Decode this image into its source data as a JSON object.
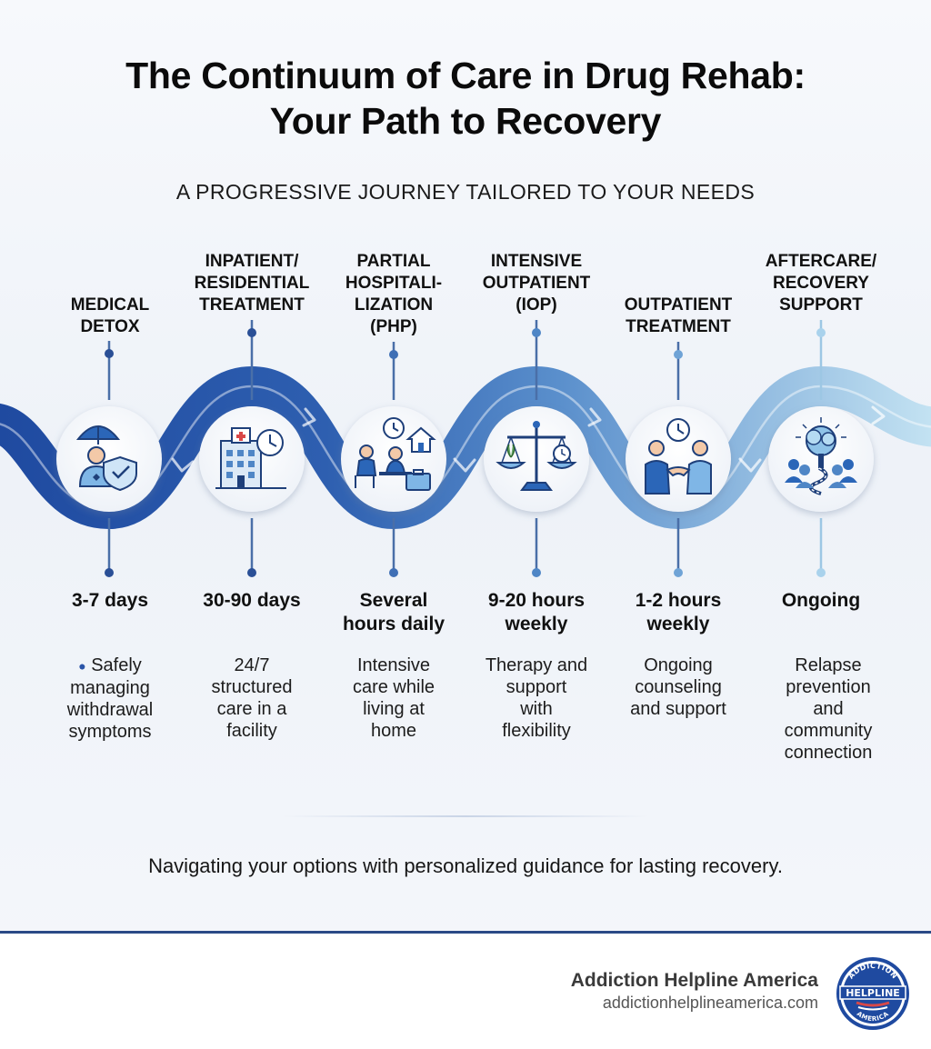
{
  "title_line1": "The Continuum of Care in Drug Rehab:",
  "title_line2": "Your Path to Recovery",
  "subtitle": "A PROGRESSIVE JOURNEY TAILORED TO YOUR NEEDS",
  "stages": [
    {
      "label": "MEDICAL\nDETOX",
      "duration": "3-7 days",
      "description": "Safely\nmanaging\nwithdrawal\nsymptoms",
      "icon": "umbrella-shield-icon"
    },
    {
      "label": "INPATIENT/\nRESIDENTIAL\nTREATMENT",
      "duration": "30-90 days",
      "description": "24/7\nstructured\ncare in a\nfacility",
      "icon": "hospital-clock-icon"
    },
    {
      "label": "PARTIAL\nHOSPITALI-\nLIZATION\n(PHP)",
      "duration": "Several\nhours daily",
      "description": "Intensive\ncare while\nliving at\nhome",
      "icon": "home-meeting-icon"
    },
    {
      "label": "INTENSIVE\nOUTPATIENT\n(IOP)",
      "duration": "9-20 hours\nweekly",
      "description": "Therapy and\nsupport\nwith\nflexibility",
      "icon": "balance-scale-icon"
    },
    {
      "label": "OUTPATIENT\nTREATMENT",
      "duration": "1-2 hours\nweekly",
      "description": "Ongoing\ncounseling\nand support",
      "icon": "handshake-icon"
    },
    {
      "label": "AFTERCARE/\nRECOVERY\nSUPPORT",
      "duration": "Ongoing",
      "description": "Relapse\nprevention\nand\ncommunity\nconnection",
      "icon": "community-tree-icon"
    }
  ],
  "tagline": "Navigating your options with personalized guidance for lasting recovery.",
  "footer": {
    "brand_name": "Addiction Helpline America",
    "brand_url": "addictionhelplineamerica.com",
    "logo_text_top": "ADDICTION",
    "logo_text_mid": "HELPLINE",
    "logo_text_bottom": "AMERICA"
  },
  "colors": {
    "path_dark": "#1f4aa0",
    "path_mid": "#4f86c6",
    "path_light": "#b9dcf0",
    "connector": "#4a6fa8"
  }
}
